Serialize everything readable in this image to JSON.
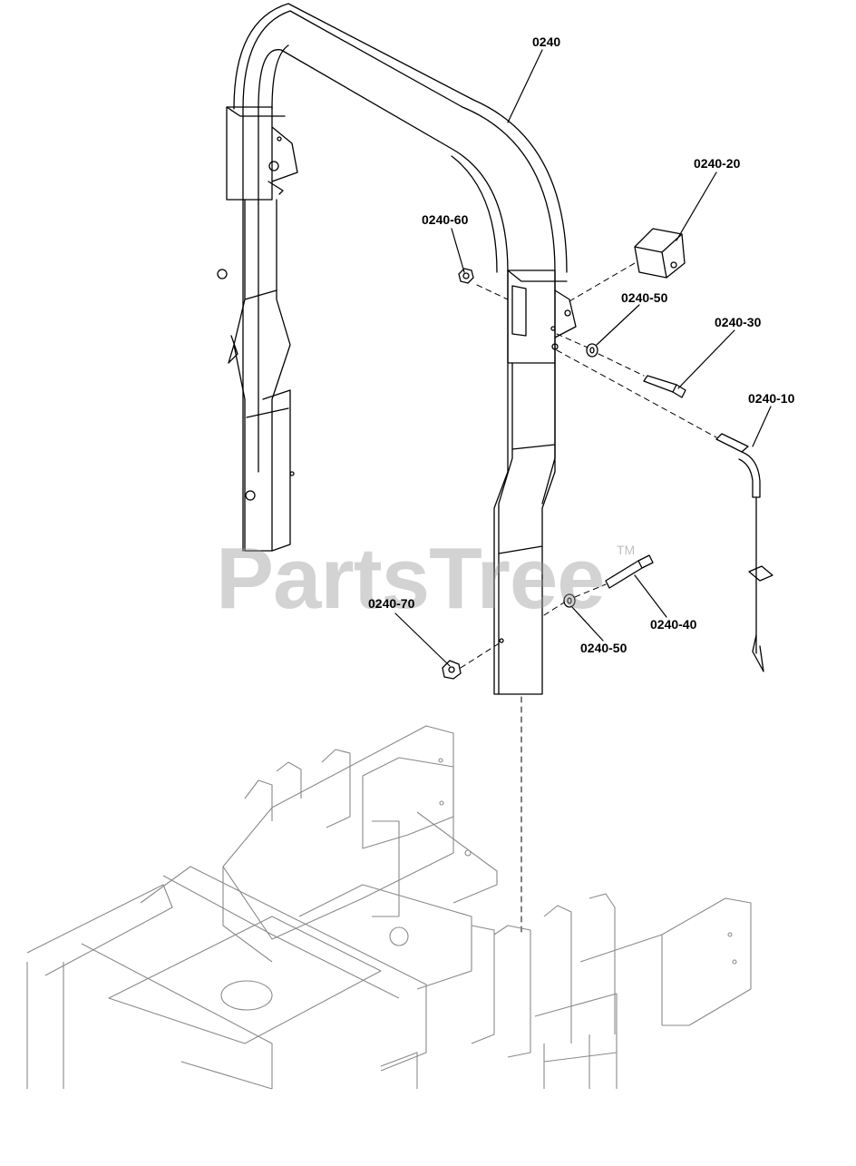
{
  "diagram": {
    "callouts": {
      "c0240": "0240",
      "c0240_20": "0240-20",
      "c0240_60": "0240-60",
      "c0240_50_top": "0240-50",
      "c0240_30": "0240-30",
      "c0240_10": "0240-10",
      "c0240_70": "0240-70",
      "c0240_40": "0240-40",
      "c0240_50_bottom": "0240-50"
    },
    "watermark": "PartsTree",
    "trademark": "TM"
  }
}
